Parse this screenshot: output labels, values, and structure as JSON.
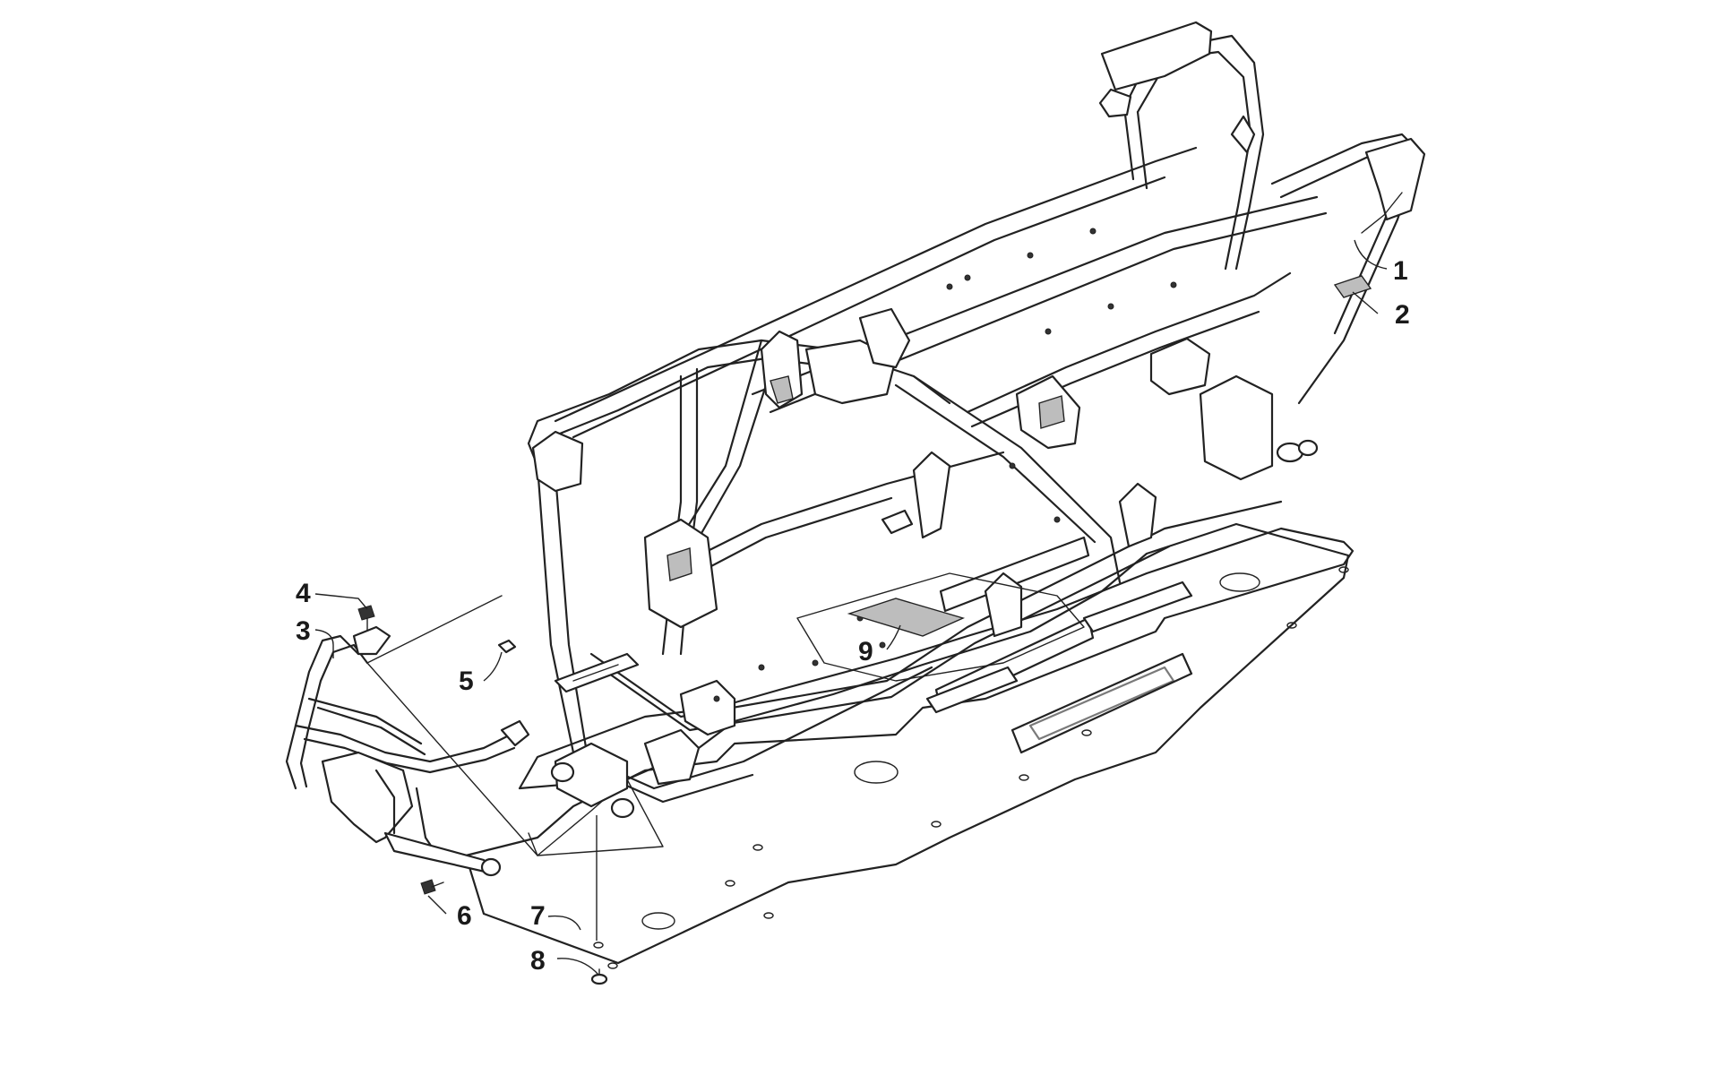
{
  "callouts": [
    {
      "id": "1",
      "label": "1",
      "part": "frame"
    },
    {
      "id": "2",
      "label": "2",
      "part": "vin-decal"
    },
    {
      "id": "3",
      "label": "3",
      "part": "front-bumper"
    },
    {
      "id": "4",
      "label": "4",
      "part": "bumper-bolt"
    },
    {
      "id": "5",
      "label": "5",
      "part": "nut"
    },
    {
      "id": "6",
      "label": "6",
      "part": "bolt"
    },
    {
      "id": "7",
      "label": "7",
      "part": "skid-plate"
    },
    {
      "id": "8",
      "label": "8",
      "part": "skid-plate-screw"
    },
    {
      "id": "9",
      "label": "9",
      "part": "floor-decal"
    }
  ]
}
